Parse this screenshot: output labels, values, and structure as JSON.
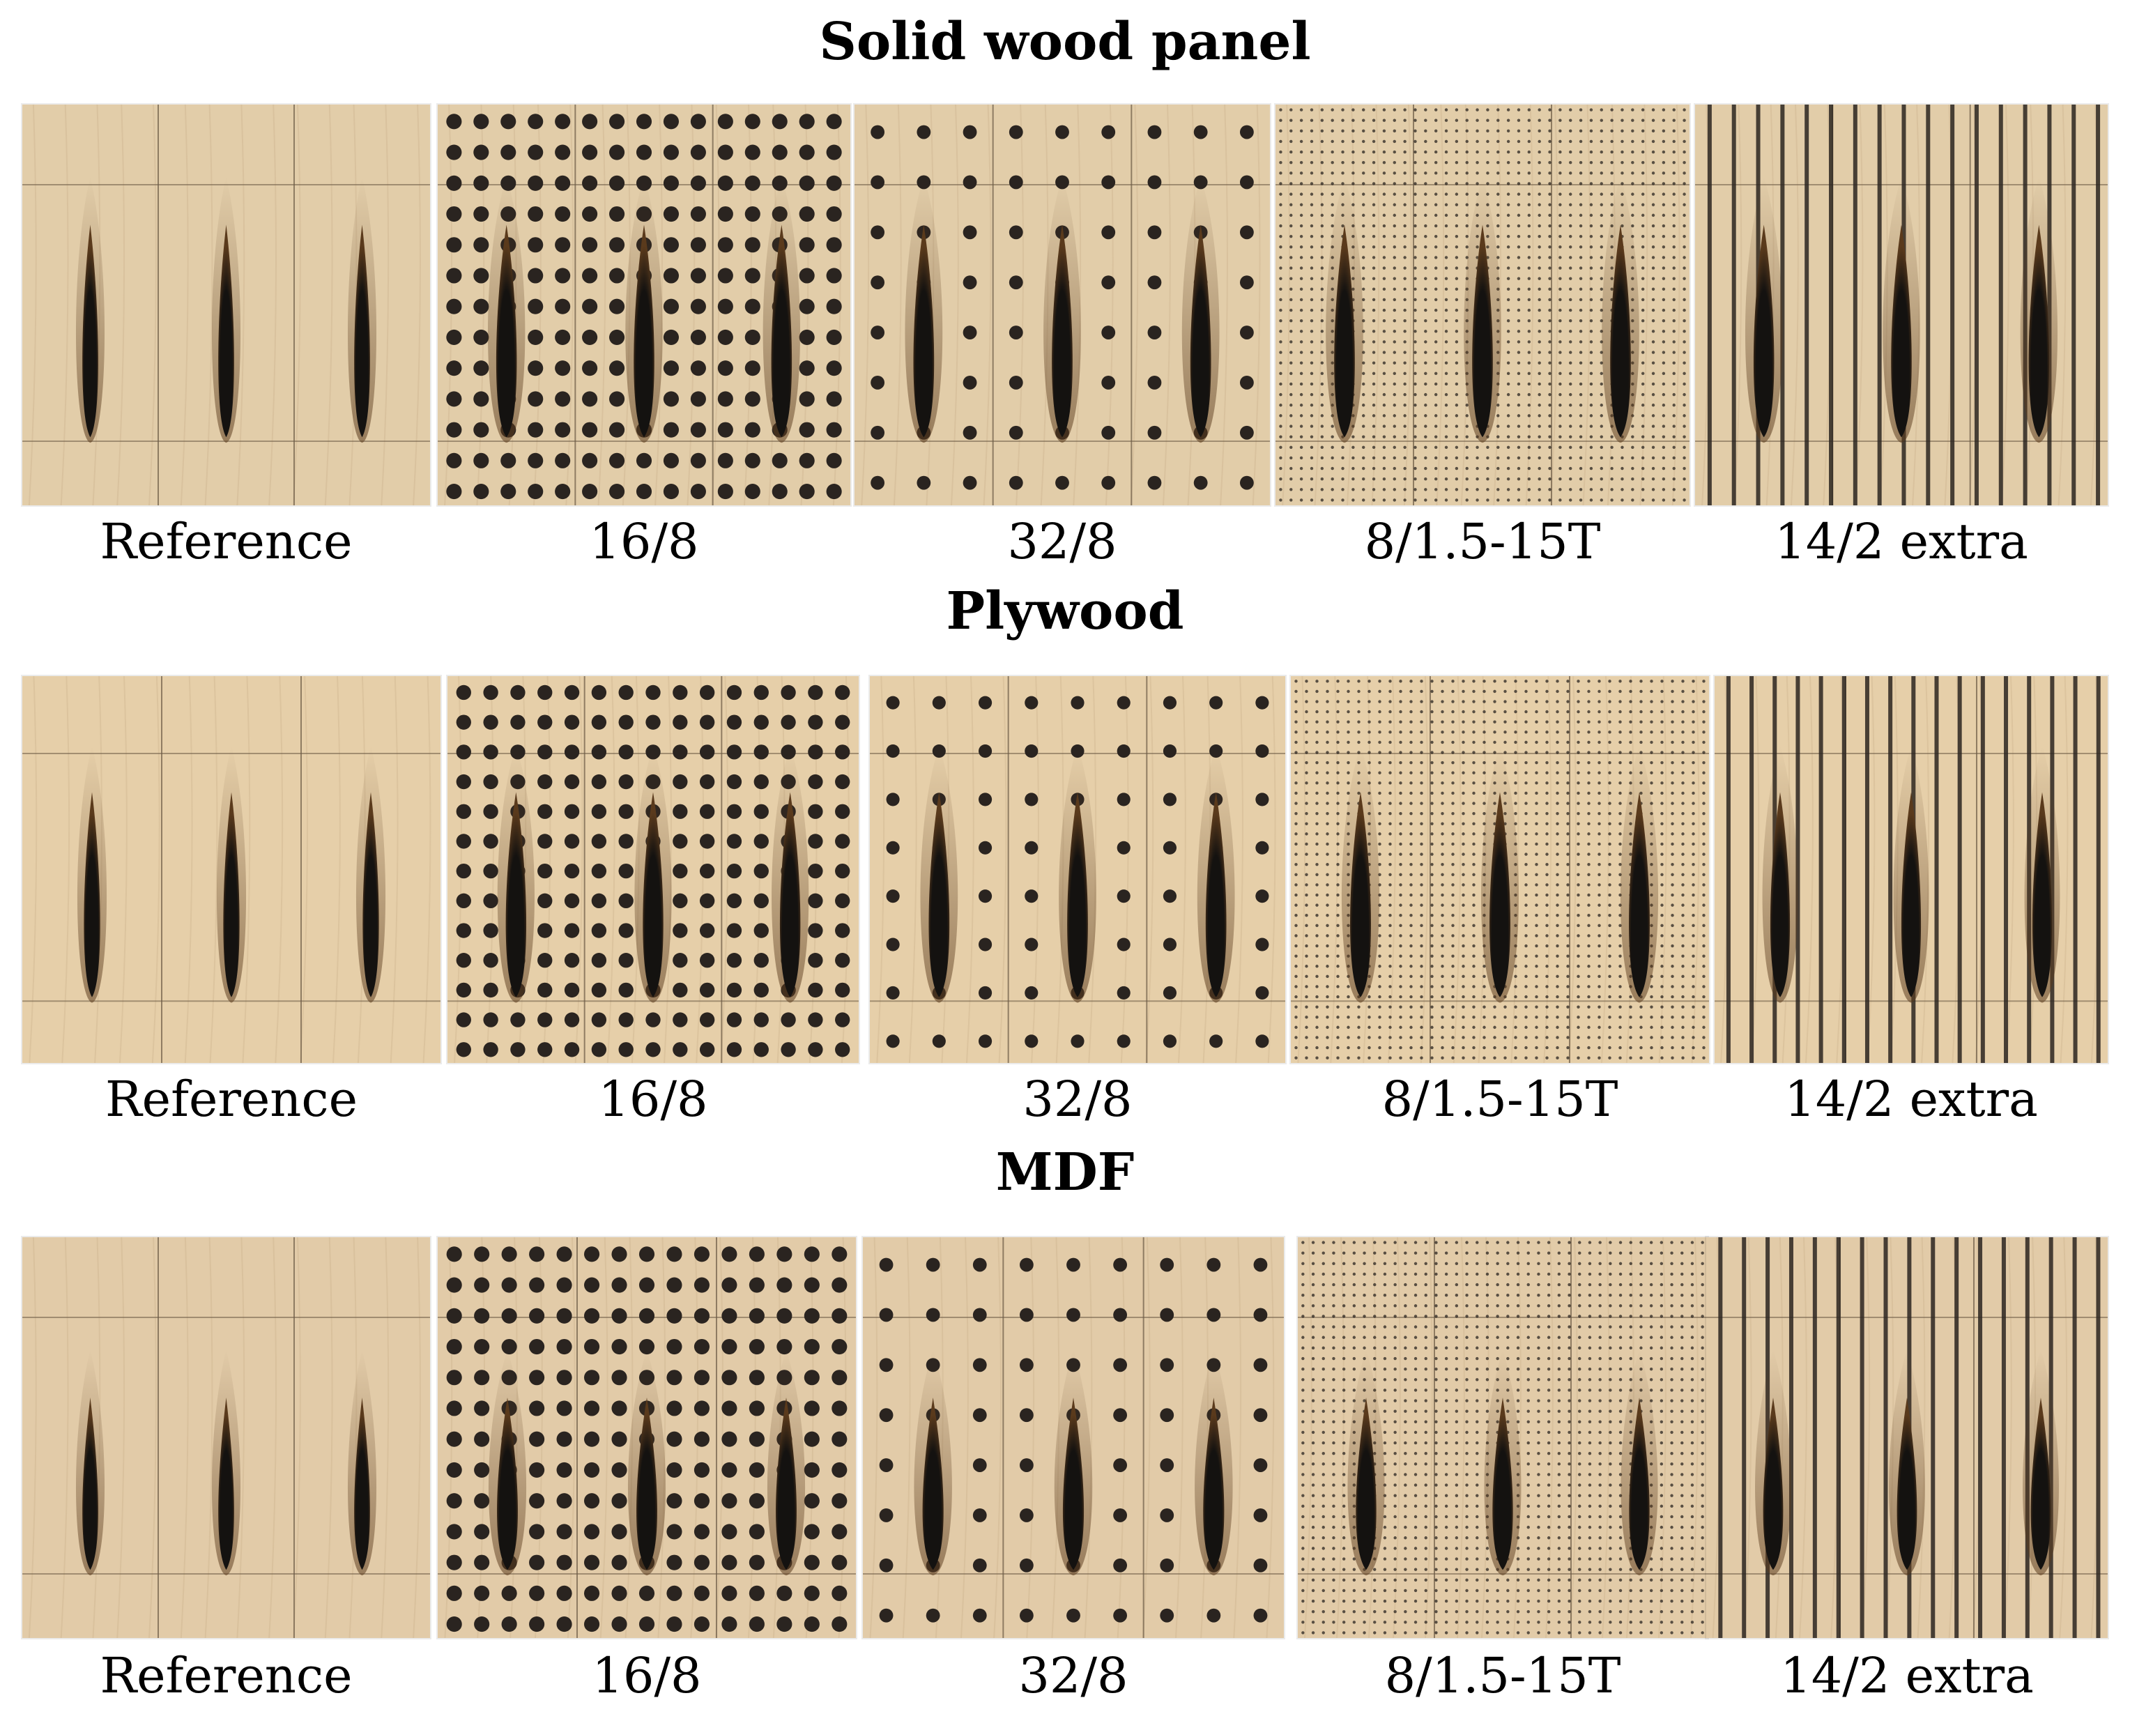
{
  "sections": [
    {
      "title": "Solid wood panel",
      "labels": [
        "Reference",
        "16/8",
        "32/8",
        "8/1.5-15T",
        "14/2 extra"
      ],
      "wood_color": "#e2cda9"
    },
    {
      "title": "Plywood",
      "labels": [
        "Reference",
        "16/8",
        "32/8",
        "8/1.5-15T",
        "14/2 extra"
      ],
      "wood_color": "#e6cfa9"
    },
    {
      "title": "MDF",
      "labels": [
        "Reference",
        "16/8",
        "32/8",
        "8/1.5-15T",
        "14/2 extra"
      ],
      "wood_color": "#e2cba8"
    }
  ],
  "colors": {
    "burn_core": "#141210",
    "burn_edge": "#5a3a1c",
    "hole": "#2a2420",
    "board_line": "#6b5a45"
  }
}
